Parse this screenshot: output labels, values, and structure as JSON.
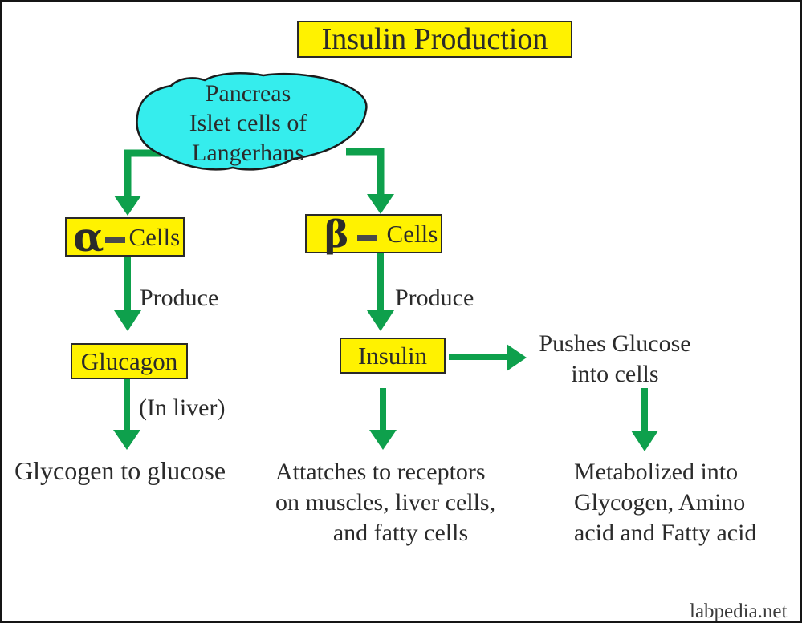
{
  "header": {
    "title": "Insulin Production"
  },
  "diagram": {
    "pancreas": {
      "lines": [
        "Pancreas",
        "Islet cells of",
        "Langerhans"
      ]
    },
    "alpha_branch": {
      "box_symbol": "α",
      "box_label": "Cells",
      "produce_label": "Produce",
      "hormone": "Glucagon",
      "note": "(In liver)",
      "result": "Glycogen to glucose"
    },
    "beta_branch": {
      "box_symbol": "β",
      "box_label": "Cells",
      "produce_label": "Produce",
      "hormone": "Insulin",
      "effect_lines": [
        "Attatches to receptors",
        "on muscles, liver cells,",
        "and fatty cells"
      ]
    },
    "glucose_branch": {
      "push_lines": [
        "Pushes Glucose",
        "into cells"
      ],
      "result_lines": [
        "Metabolized into",
        "Glycogen, Amino",
        "acid and Fatty acid"
      ]
    }
  },
  "footer": {
    "watermark": "labpedia.net"
  },
  "colors": {
    "box_fill": "#FFF200",
    "blob_fill": "#35EDED",
    "arrow_green": "#0EA04C",
    "text": "#2B2B2B",
    "border": "#151515"
  }
}
